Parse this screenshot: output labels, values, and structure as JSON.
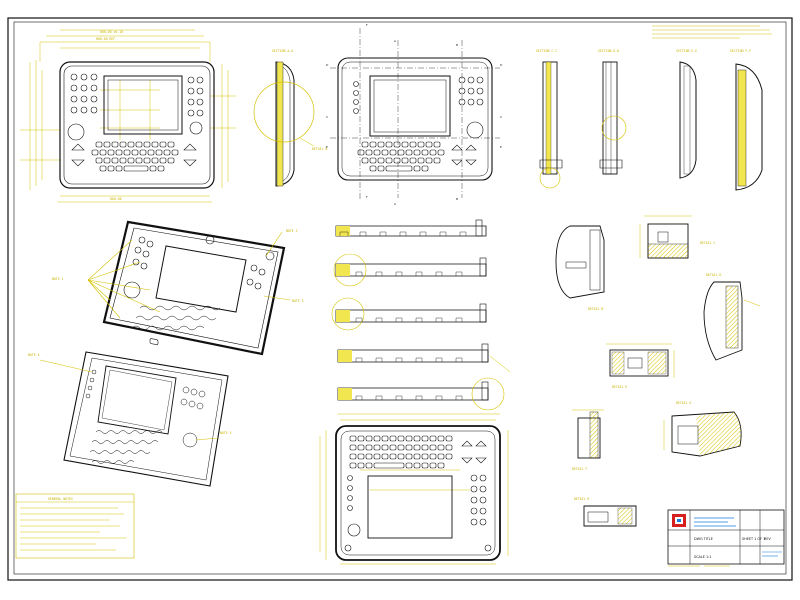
{
  "sheet": {
    "section_markers": [
      "A",
      "A",
      "B",
      "B",
      "C",
      "C",
      "D",
      "D",
      "E",
      "E",
      "F",
      "F"
    ],
    "notes_header": "GENERAL NOTES",
    "title_block_text": [
      "DWG TITLE",
      "SCALE 1:1",
      "SHEET 1 OF 1",
      "REV"
    ]
  },
  "colors": {
    "line": "#111111",
    "dimension": "#d6c200",
    "accent": "#1a7de0",
    "stamp": "#d62020"
  }
}
